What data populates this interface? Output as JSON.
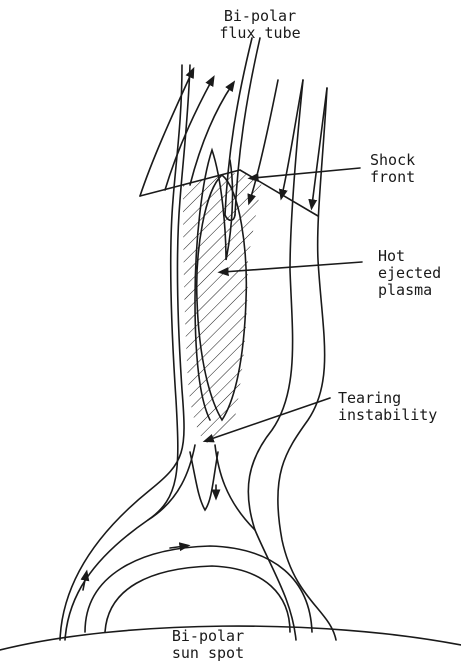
{
  "labels": {
    "flux_tube": [
      "Bi-polar",
      "flux tube"
    ],
    "shock_front": [
      "Shock",
      "front"
    ],
    "hot_plasma": [
      "Hot",
      "ejected",
      "plasma"
    ],
    "tearing": [
      "Tearing",
      "instability"
    ],
    "sun_spot": [
      "Bi-polar",
      "sun spot"
    ]
  },
  "colors": {
    "ink": "#1a1a1a",
    "background": "#ffffff"
  }
}
